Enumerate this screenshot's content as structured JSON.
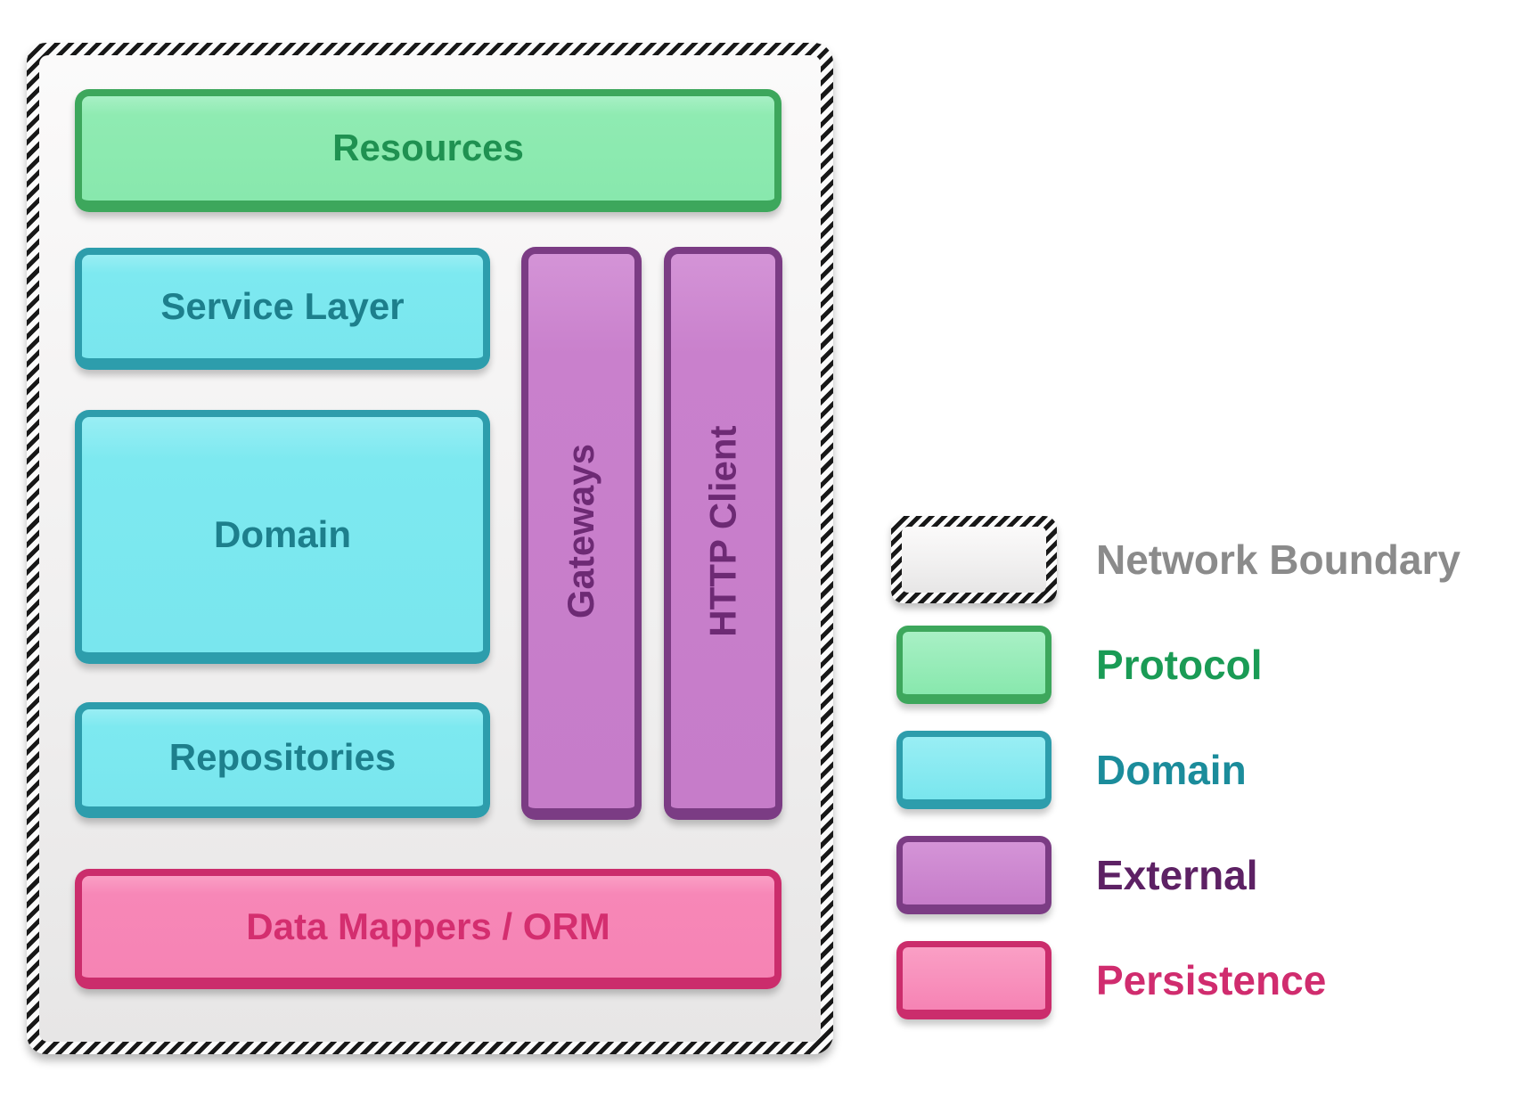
{
  "diagram": {
    "boxes": {
      "resources": {
        "label": "Resources",
        "category": "protocol",
        "orientation": "horizontal"
      },
      "service_layer": {
        "label": "Service Layer",
        "category": "domain",
        "orientation": "horizontal"
      },
      "domain": {
        "label": "Domain",
        "category": "domain",
        "orientation": "horizontal"
      },
      "repositories": {
        "label": "Repositories",
        "category": "domain",
        "orientation": "horizontal"
      },
      "gateways": {
        "label": "Gateways",
        "category": "external",
        "orientation": "vertical"
      },
      "http_client": {
        "label": "HTTP Client",
        "category": "external",
        "orientation": "vertical"
      },
      "data_mappers": {
        "label": "Data Mappers / ORM",
        "category": "persistence",
        "orientation": "horizontal"
      }
    }
  },
  "legend": {
    "items": {
      "network_boundary": {
        "label": "Network Boundary",
        "swatch": "hatched",
        "label_color": "#8b8b8b"
      },
      "protocol": {
        "label": "Protocol",
        "swatch": "protocol",
        "label_color": "#1a9b55"
      },
      "domain": {
        "label": "Domain",
        "swatch": "domain",
        "label_color": "#1b8c9b"
      },
      "external": {
        "label": "External",
        "swatch": "external",
        "label_color": "#5d2164"
      },
      "persistence": {
        "label": "Persistence",
        "swatch": "persistence",
        "label_color": "#d02c6e"
      }
    }
  },
  "colors": {
    "protocol_fill": "#8feab3",
    "protocol_border": "#3da75c",
    "protocol_text": "#1f9151",
    "domain_fill": "#7de9f0",
    "domain_border": "#2d9dac",
    "domain_text": "#1d7f8c",
    "external_fill": "#c980cc",
    "external_border": "#7b3c84",
    "external_text": "#6d2a74",
    "persistence_fill": "#f787b7",
    "persistence_border": "#cb2d6c",
    "persistence_text": "#d42e6f",
    "boundary_fill": "#f1f0f0",
    "hatch_dark": "#181818",
    "hatch_light": "#fbfbfb",
    "background": "#ffffff"
  }
}
